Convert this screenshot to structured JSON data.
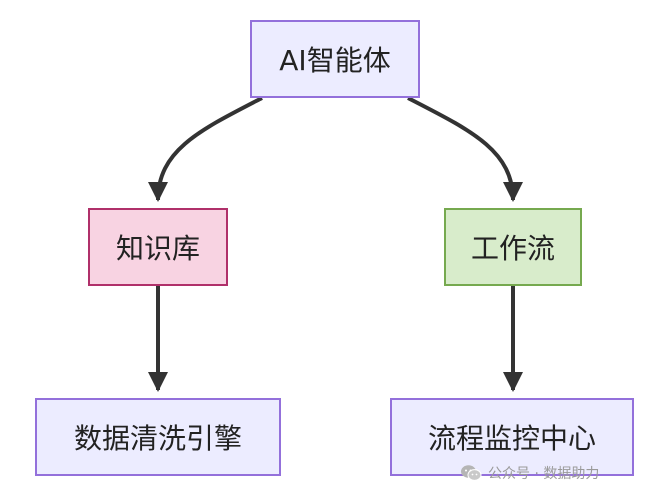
{
  "nodes": {
    "root": {
      "label": "AI智能体",
      "fill": "#ececff",
      "stroke": "#9370db"
    },
    "kb": {
      "label": "知识库",
      "fill": "#f8d3e2",
      "stroke": "#b0306a"
    },
    "wf": {
      "label": "工作流",
      "fill": "#d8eccb",
      "stroke": "#76a94f"
    },
    "clean": {
      "label": "数据清洗引擎",
      "fill": "#ececff",
      "stroke": "#9370db"
    },
    "mon": {
      "label": "流程监控中心",
      "fill": "#ececff",
      "stroke": "#9370db"
    }
  },
  "edges": [
    {
      "from": "root",
      "to": "kb"
    },
    {
      "from": "root",
      "to": "wf"
    },
    {
      "from": "kb",
      "to": "clean"
    },
    {
      "from": "wf",
      "to": "mon"
    }
  ],
  "colors": {
    "edge": "#333333"
  },
  "watermark": {
    "icon": "wechat-icon",
    "text": "公众号 · 数据助力"
  }
}
